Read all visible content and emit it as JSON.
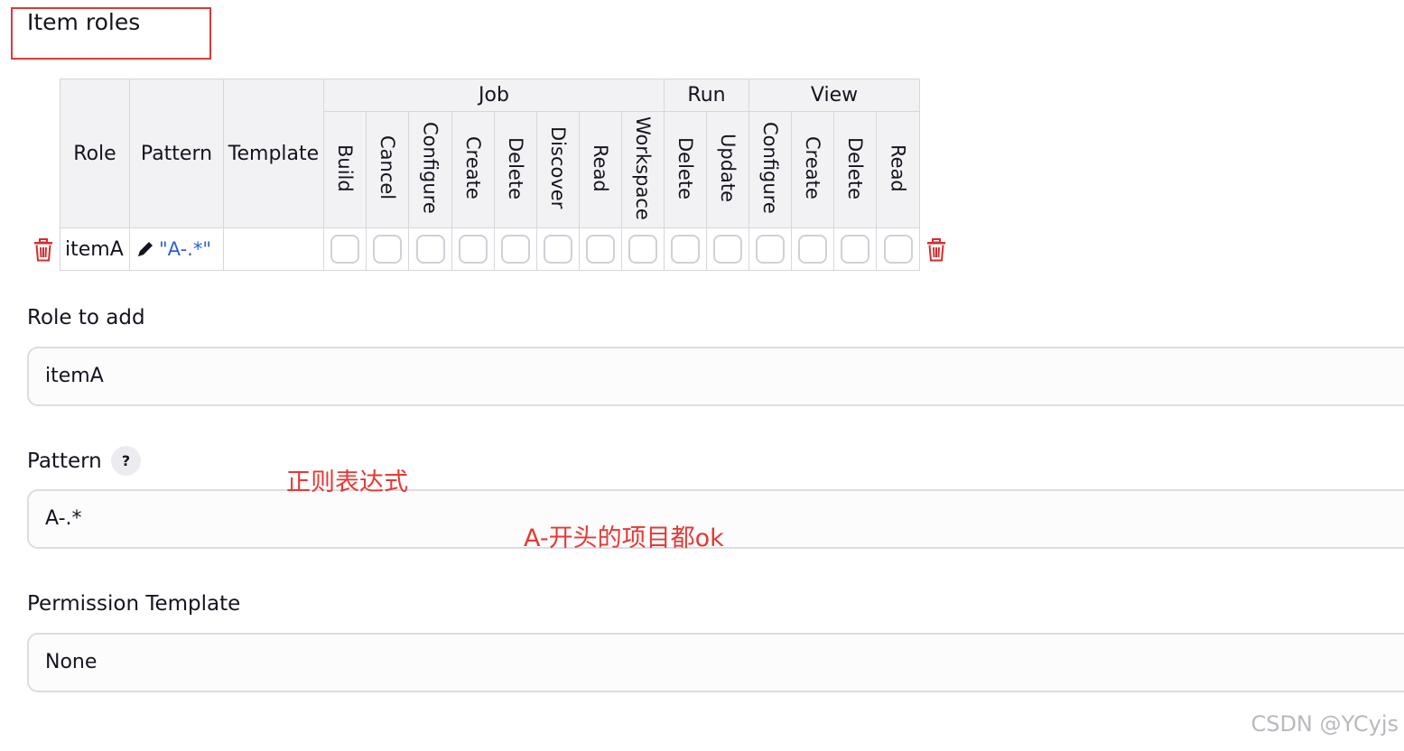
{
  "section_title": "Item roles",
  "table": {
    "headers": {
      "role": "Role",
      "pattern": "Pattern",
      "template": "Template"
    },
    "groups": [
      {
        "name": "Job",
        "permissions": [
          "Build",
          "Cancel",
          "Configure",
          "Create",
          "Delete",
          "Discover",
          "Read",
          "Workspace"
        ]
      },
      {
        "name": "Run",
        "permissions": [
          "Delete",
          "Update"
        ]
      },
      {
        "name": "View",
        "permissions": [
          "Configure",
          "Create",
          "Delete",
          "Read"
        ]
      }
    ],
    "rows": [
      {
        "role": "itemA",
        "pattern": "\"A-.*\"",
        "template": "",
        "checked": [
          false,
          false,
          false,
          false,
          false,
          false,
          false,
          false,
          false,
          false,
          false,
          false,
          false,
          false
        ]
      }
    ]
  },
  "form": {
    "role_label": "Role to add",
    "role_value": "itemA",
    "pattern_label": "Pattern",
    "pattern_help": "?",
    "pattern_value": "A-.*",
    "template_label": "Permission Template",
    "template_value": "None"
  },
  "annotations": {
    "regex_note": "正则表达式",
    "prefix_note": "A-开头的项目都ok"
  },
  "watermark": "CSDN @YCyjs",
  "colors": {
    "annotation_red": "#e53935",
    "link_blue": "#2c5fd6",
    "trash_red": "#d32f2f",
    "header_bg": "#f2f2f4",
    "border": "#d6d6dc"
  },
  "icons": {
    "delete": "trash-icon",
    "edit": "pencil-icon",
    "help": "question-icon"
  }
}
